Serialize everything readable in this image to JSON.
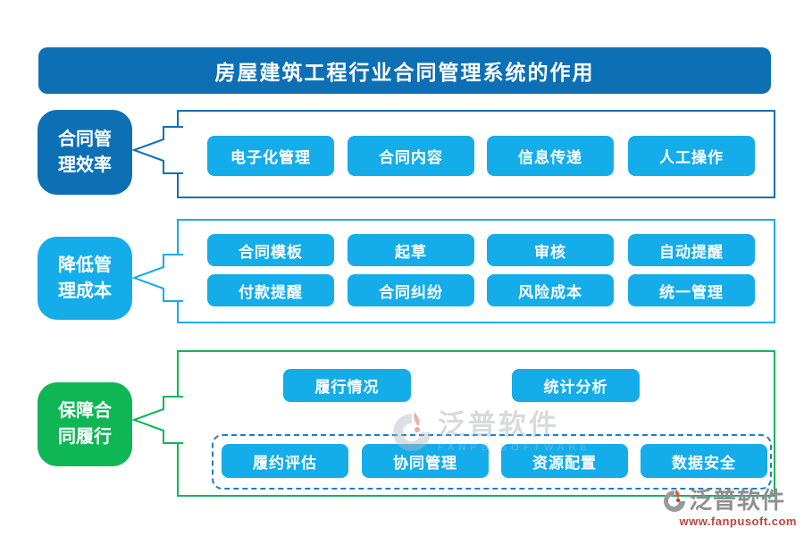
{
  "title": "房屋建筑工程行业合同管理系统的作用",
  "colors": {
    "primary_blue": "#0d70b5",
    "cyan": "#14adea",
    "green": "#0fb656",
    "dashed_blue": "#1e7ccb",
    "url_red": "#c0453c"
  },
  "sections": [
    {
      "label": "合同管理效率",
      "label_lines": [
        "合同管",
        "理效率"
      ],
      "items": [
        "电子化管理",
        "合同内容",
        "信息传递",
        "人工操作"
      ]
    },
    {
      "label": "降低管理成本",
      "label_lines": [
        "降低管",
        "理成本"
      ],
      "rows": [
        [
          "合同模板",
          "起草",
          "审核",
          "自动提醒"
        ],
        [
          "付款提醒",
          "合同纠纷",
          "风险成本",
          "统一管理"
        ]
      ]
    },
    {
      "label": "保障合同履行",
      "label_lines": [
        "保障合",
        "同履行"
      ],
      "top_items": [
        "履行情况",
        "统计分析"
      ],
      "dashed_items": [
        "履约评估",
        "协同管理",
        "资源配置",
        "数据安全"
      ]
    }
  ],
  "watermark_center": {
    "name": "泛普软件",
    "subtext": "FANPU SOFTWARE"
  },
  "logo_bottom_right": {
    "name": "泛普软件",
    "url": "www.fanpusoft.com"
  }
}
